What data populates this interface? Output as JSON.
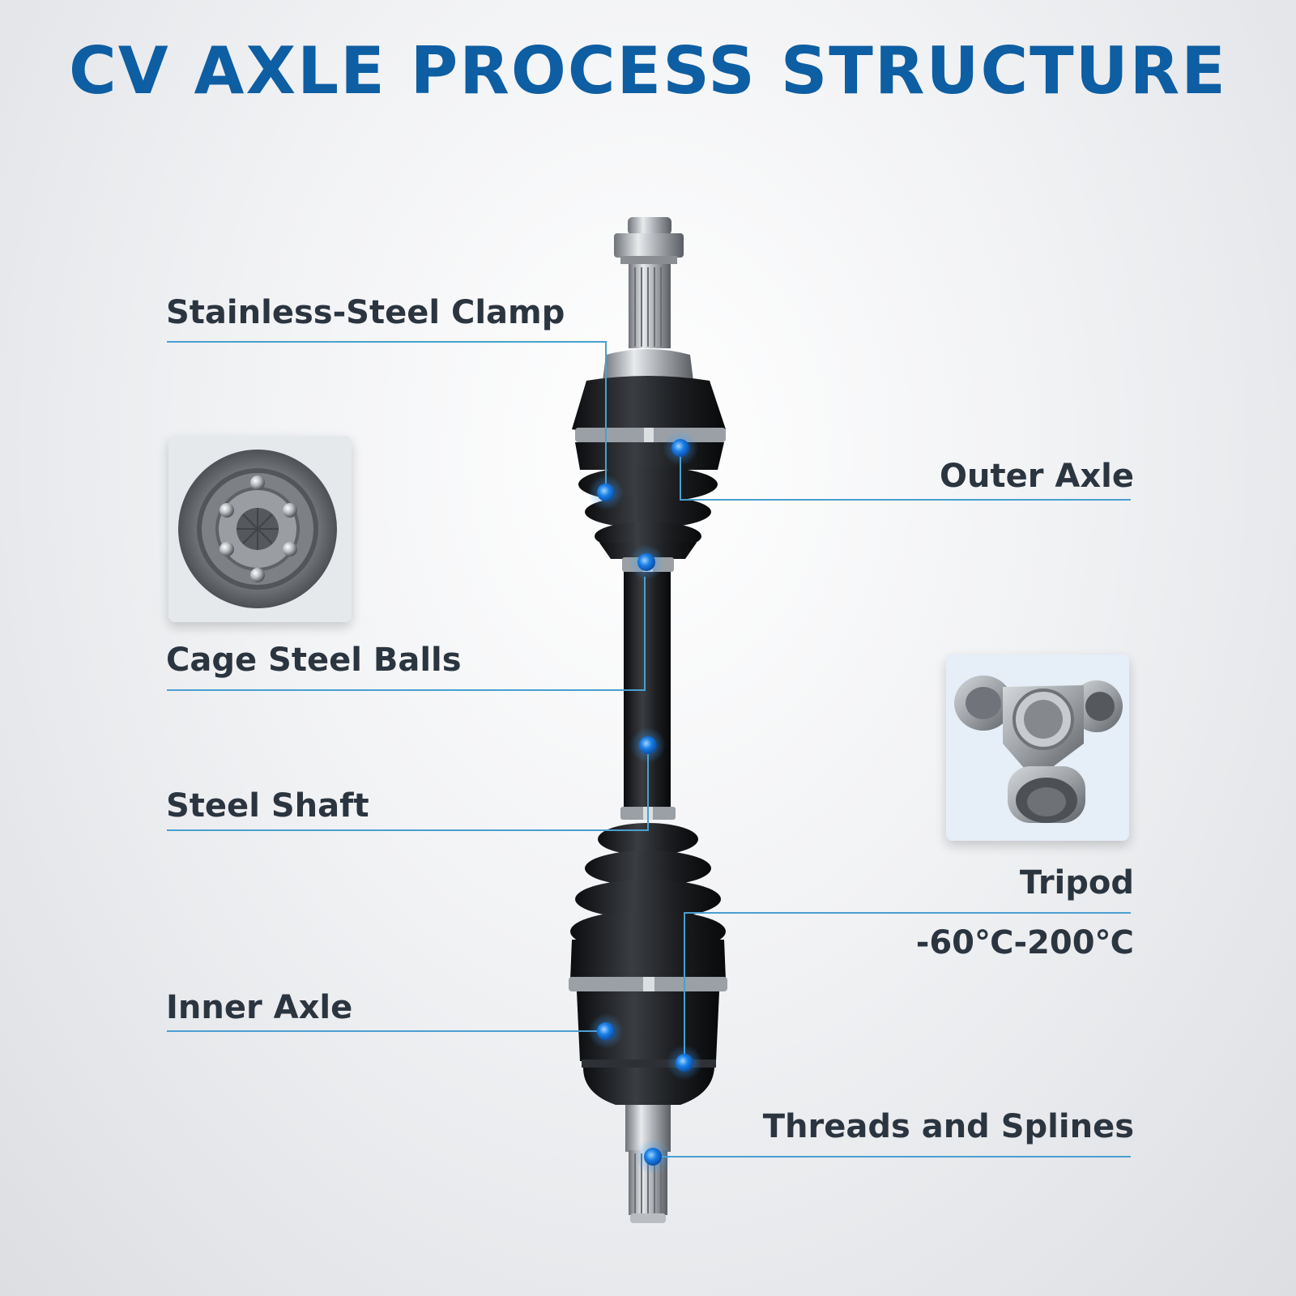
{
  "title": "CV AXLE PROCESS STRUCTURE",
  "labels": {
    "stainless_steel_clamp": "Stainless-Steel Clamp",
    "outer_axle": "Outer Axle",
    "cage_steel_balls": "Cage Steel Balls",
    "steel_shaft": "Steel Shaft",
    "tripod": "Tripod",
    "temperature_range": "-60℃-200℃",
    "inner_axle": "Inner Axle",
    "threads_and_splines": "Threads and Splines"
  },
  "colors": {
    "title": "#0d5ea3",
    "label_text": "#2b3540",
    "callout_line": "#4a9fd0",
    "marker_dot": "#1a7fe6",
    "rubber_boot": "#1a1c1f"
  },
  "icons": {
    "cage_inset": "cv-joint-cage-icon",
    "tripod_inset": "tripod-joint-icon"
  }
}
